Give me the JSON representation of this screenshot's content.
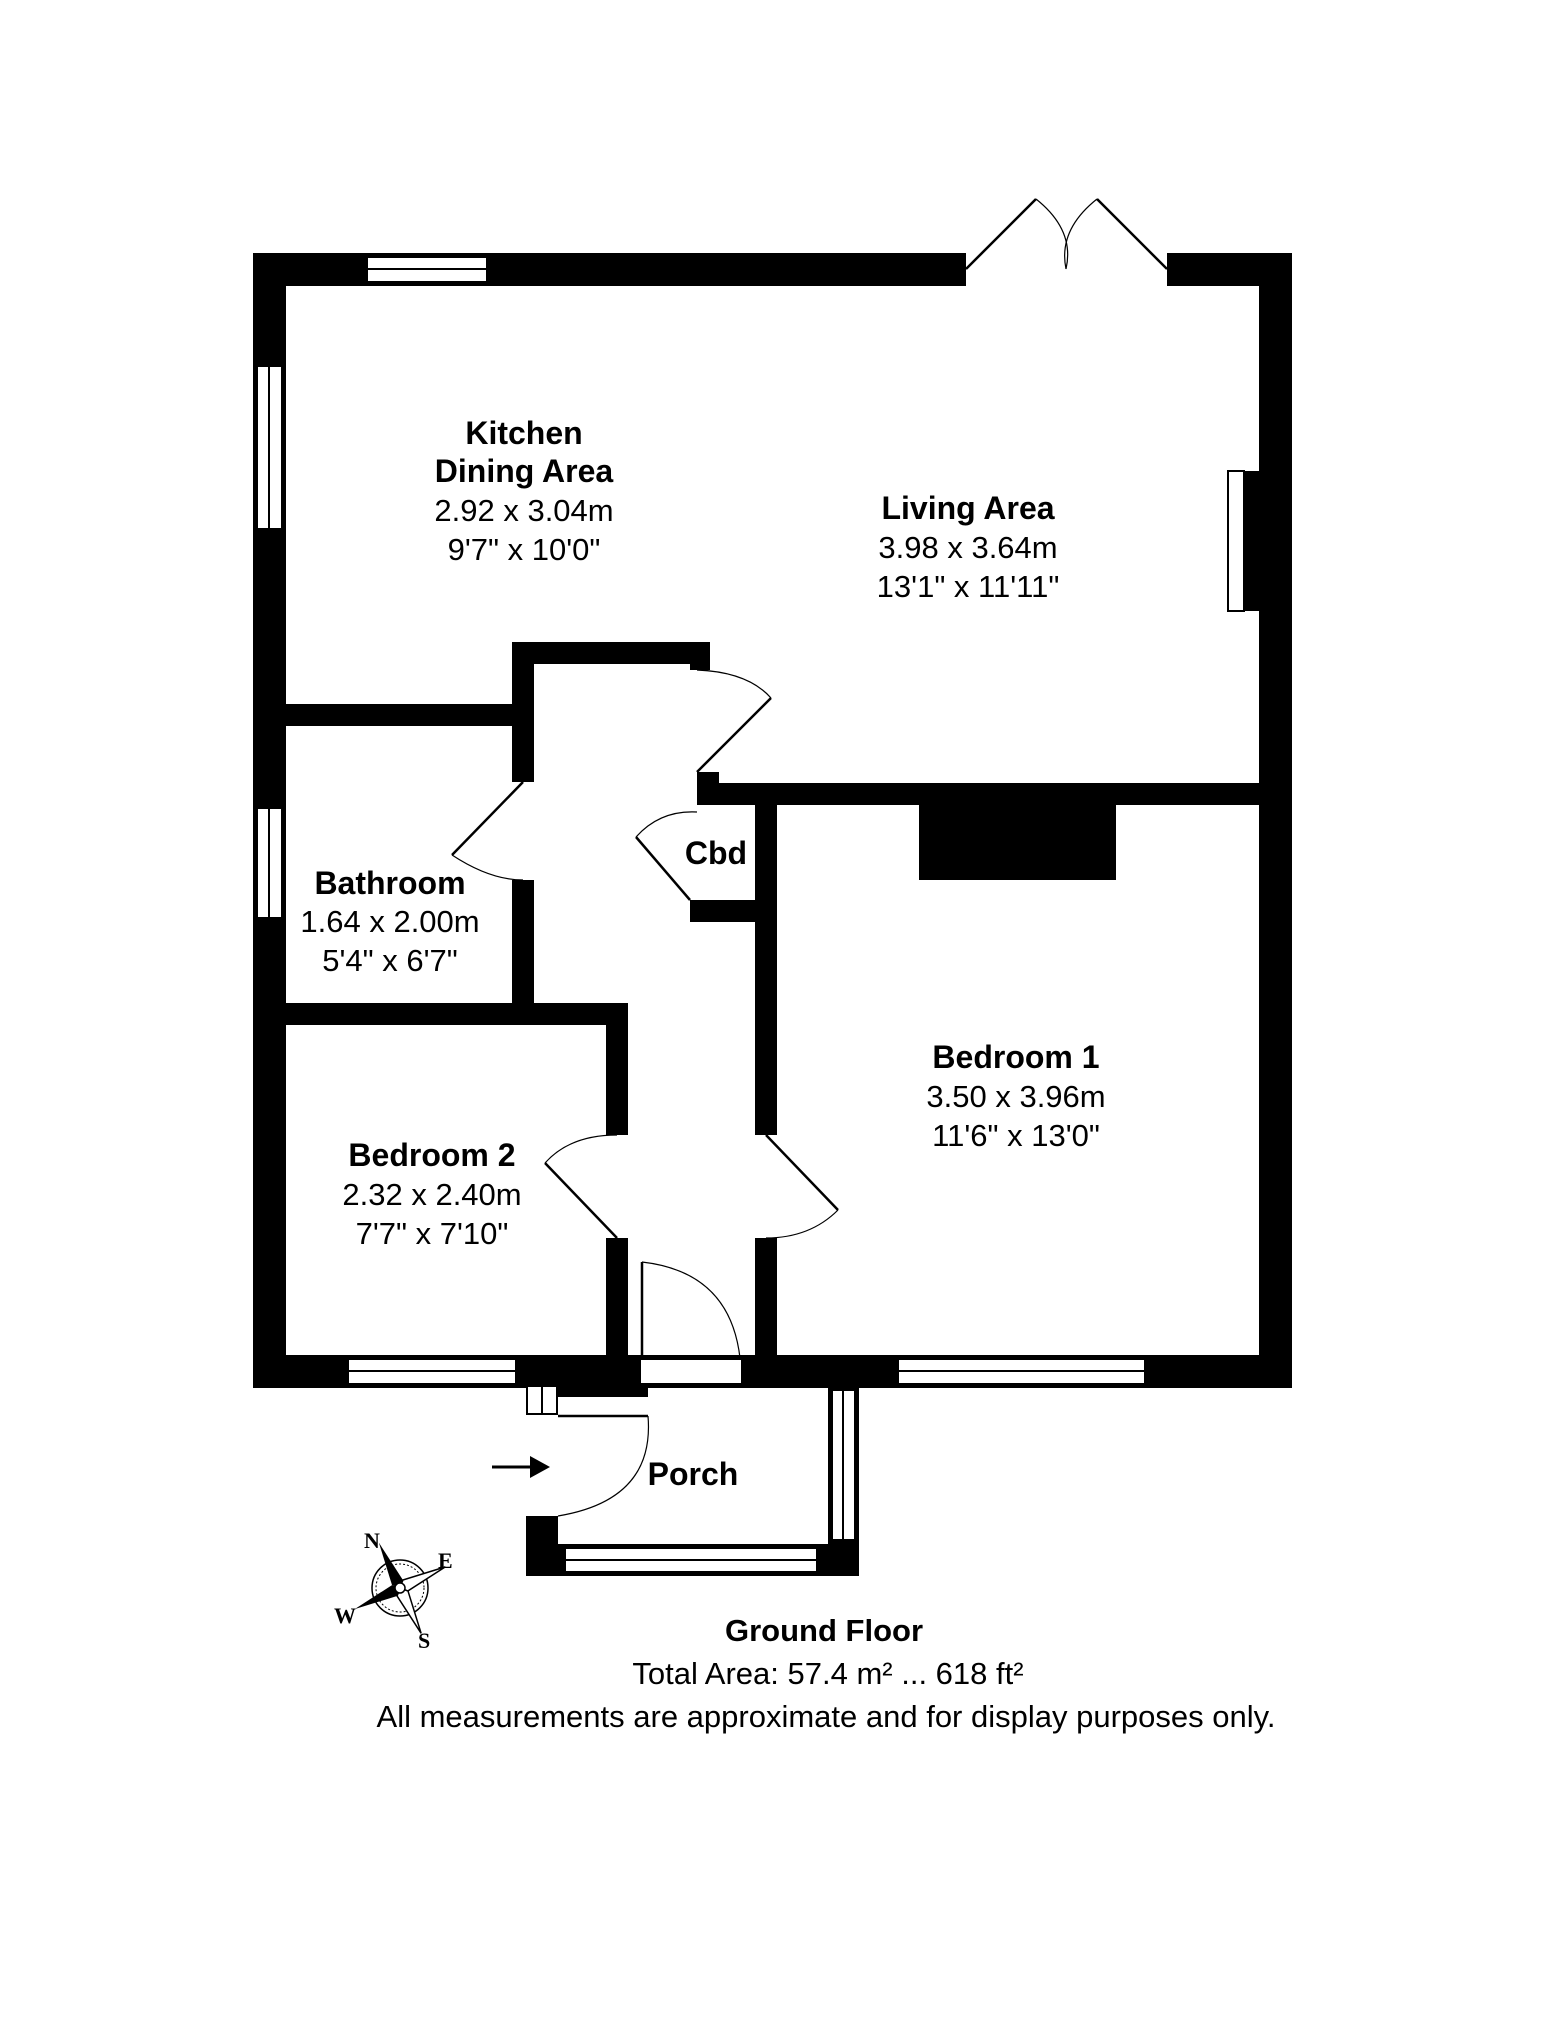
{
  "rooms": {
    "kitchen": {
      "name_line1": "Kitchen",
      "name_line2": "Dining Area",
      "metric": "2.92 x 3.04m",
      "imperial": "9'7\" x 10'0\""
    },
    "living": {
      "name": "Living Area",
      "metric": "3.98 x 3.64m",
      "imperial": "13'1\" x 11'11\""
    },
    "bathroom": {
      "name": "Bathroom",
      "metric": "1.64 x 2.00m",
      "imperial": "5'4\" x 6'7\""
    },
    "cupboard": {
      "name": "Cbd"
    },
    "bedroom1": {
      "name": "Bedroom 1",
      "metric": "3.50 x 3.96m",
      "imperial": "11'6\" x 13'0\""
    },
    "bedroom2": {
      "name": "Bedroom 2",
      "metric": "2.32 x 2.40m",
      "imperial": "7'7\" x 7'10\""
    },
    "porch": {
      "name": "Porch"
    }
  },
  "compass": {
    "n": "N",
    "e": "E",
    "s": "S",
    "w": "W"
  },
  "footer": {
    "floor": "Ground Floor",
    "area": "Total Area: 57.4 m² ... 618 ft²",
    "disclaimer": "All measurements are approximate and for display purposes only."
  },
  "colors": {
    "wall": "#000000",
    "background": "#ffffff"
  }
}
